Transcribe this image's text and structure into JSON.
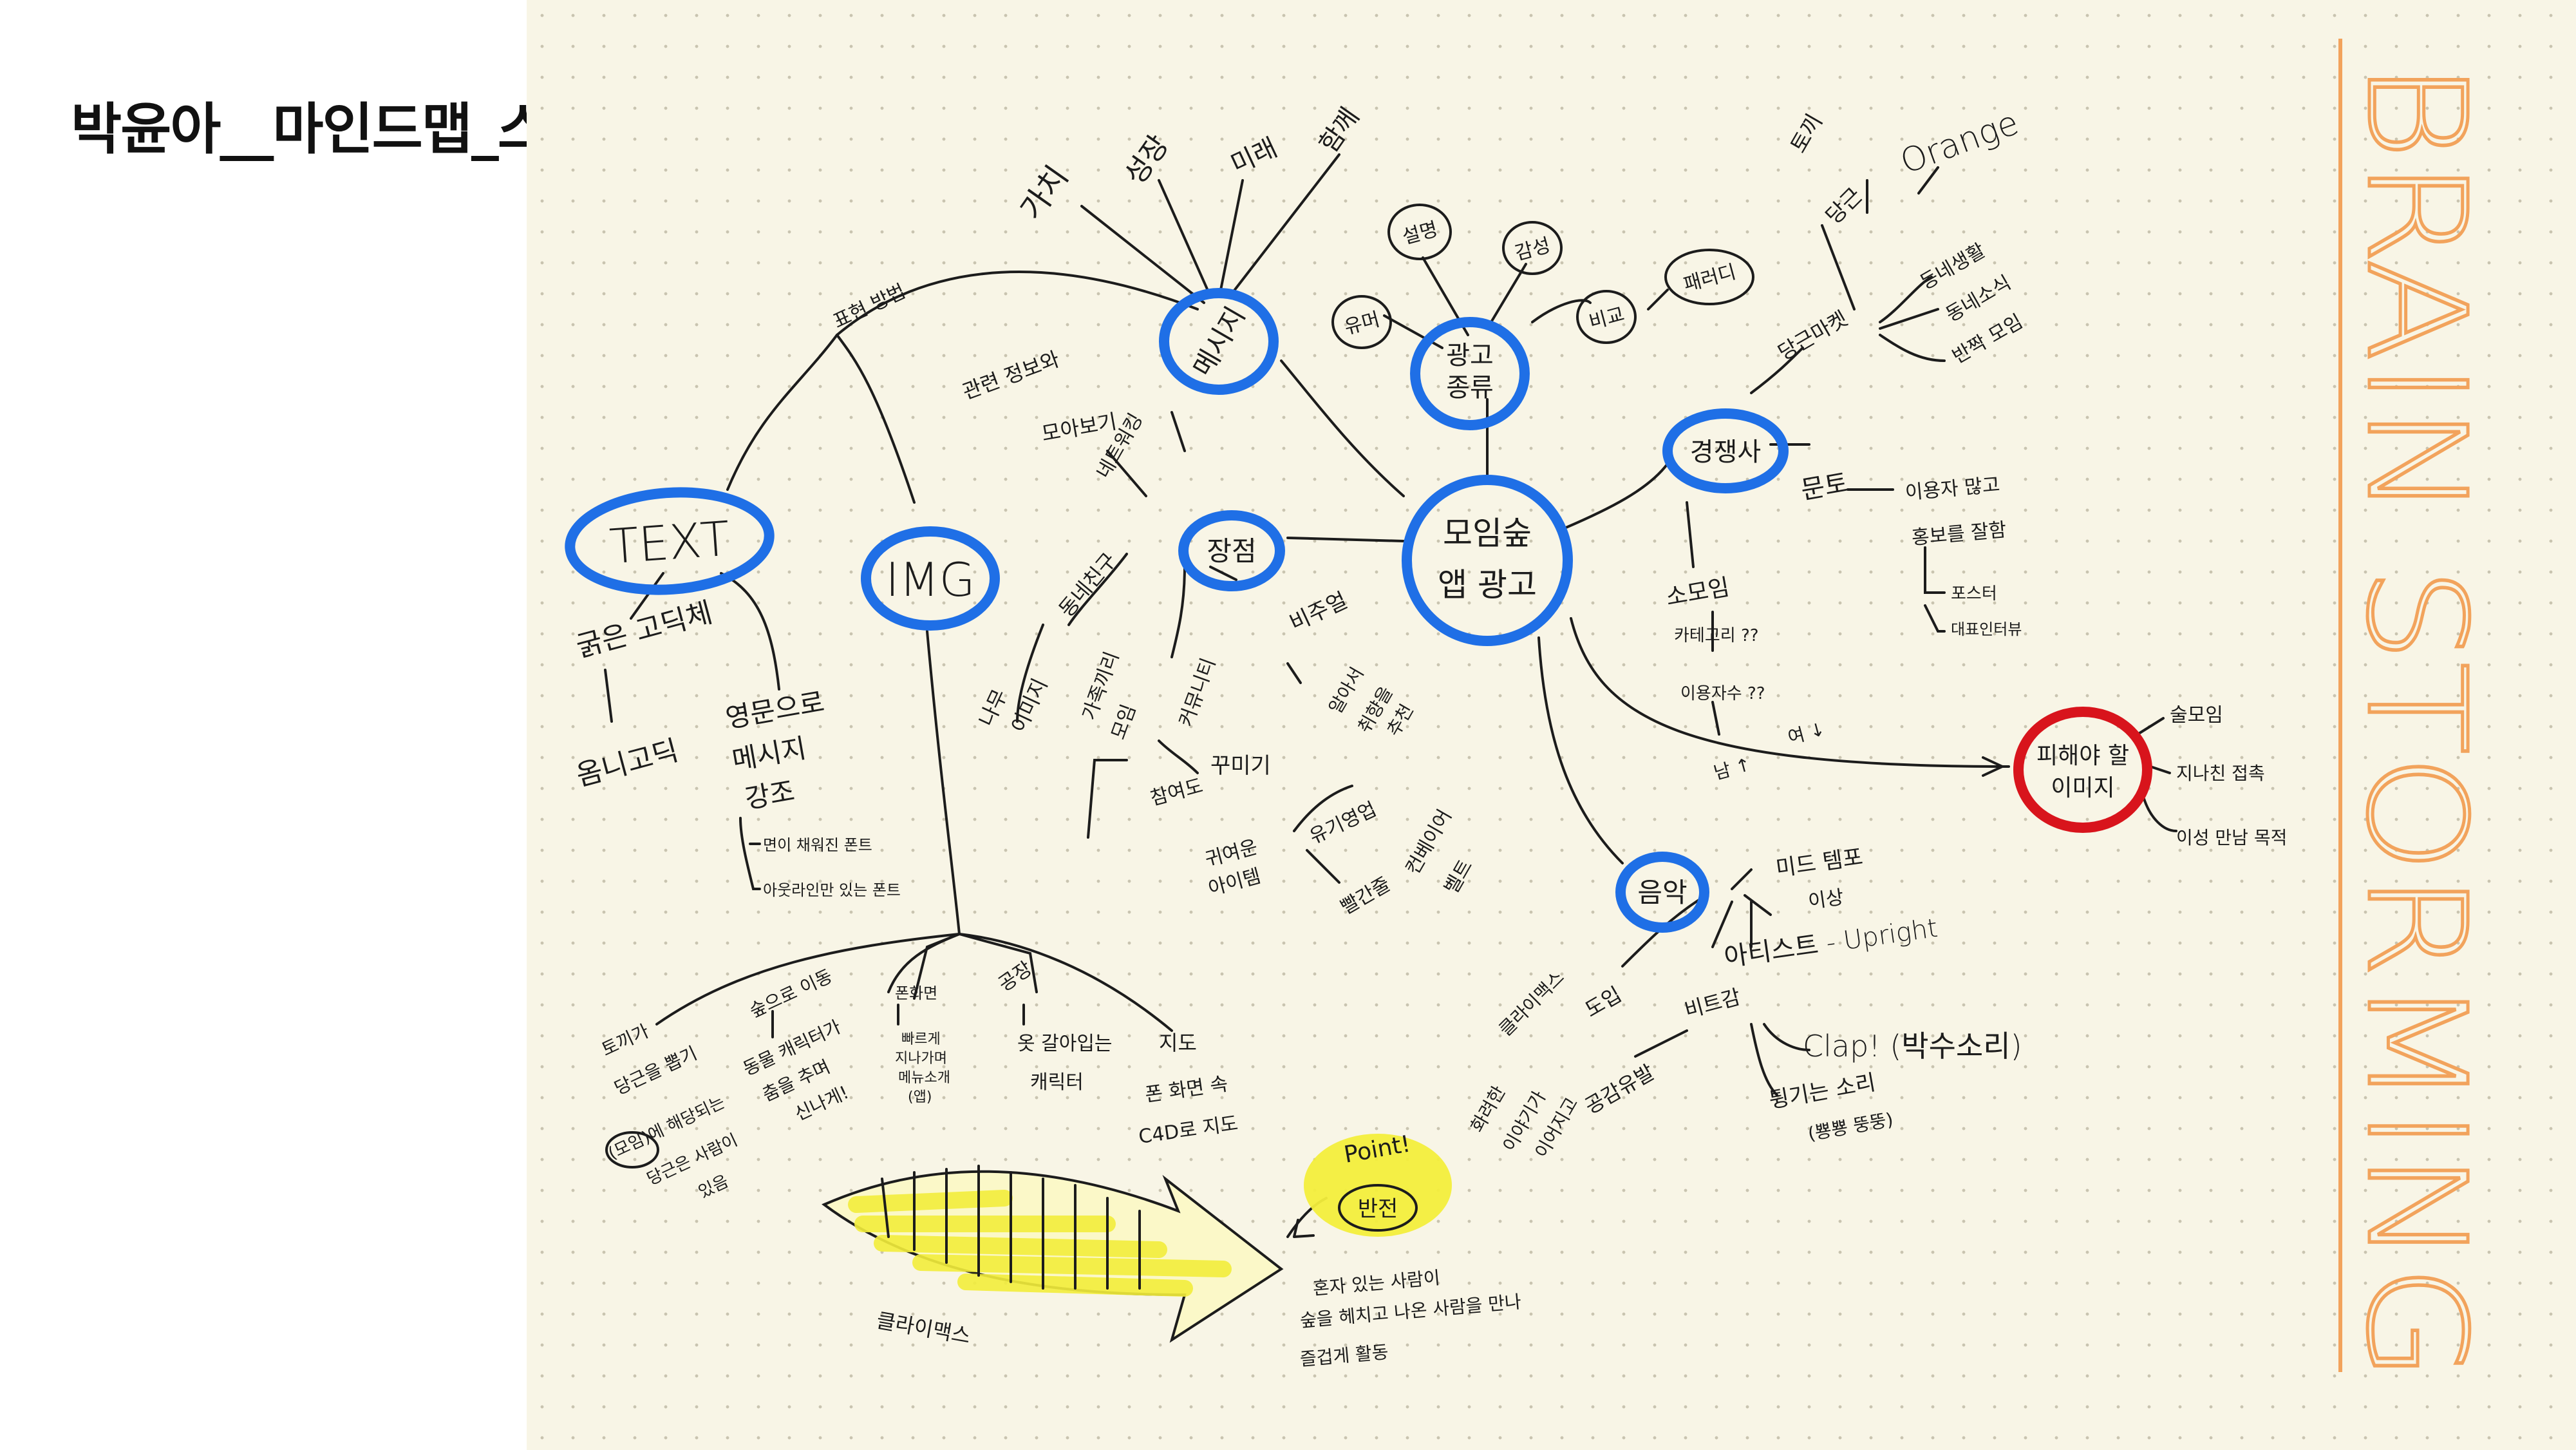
{
  "page_title": "박윤아__마인드맵_스토리보드 작성하기",
  "side_title": "BRAIN STORMING",
  "colors": {
    "paper": "#f8f5e6",
    "ink": "#1c1c1c",
    "blue_circle": "#1f6fe6",
    "red_circle": "#d8141c",
    "orange_text": "#f2a35c",
    "highlight": "#f3ee3c"
  },
  "nodes": {
    "center": [
      "모임숲",
      "앱 광고"
    ],
    "text": "TEXT",
    "img": "IMG",
    "message": "메시지",
    "ad_type": [
      "광고",
      "종류"
    ],
    "competitor": "경쟁사",
    "strength": "장점",
    "music": "음악",
    "avoid_image": [
      "피해야 할",
      "이미지"
    ]
  },
  "labels": {
    "expression": "표현 방법",
    "msg_value": "가치",
    "msg_growth": "성장",
    "msg_future": "미래",
    "msg_together": "함께",
    "ad_explain": "설명",
    "ad_emotion": "감성",
    "ad_humor": "유머",
    "ad_compare": "비교",
    "ad_parody": "패러디",
    "info_share": "관련 정보와",
    "gather_view": "모아보기",
    "networking": "네트워킹",
    "neighbor_friend": "동네친구",
    "tree_image": [
      "나무",
      "이미지"
    ],
    "family_gather": [
      "가족끼리",
      "모임"
    ],
    "community": "커뮤니티",
    "participate": "참여도",
    "decorate": "꾸미기",
    "cute_item": [
      "귀여운",
      "아이템"
    ],
    "visual": "비주얼",
    "hobby_find": [
      "알아서",
      "취향을",
      "추천"
    ],
    "eng_cross": "유기영업",
    "red_cross": "빨간줄",
    "conv_belt": [
      "컨베이어",
      "벨트"
    ],
    "round_gothic": "굵은 고딕체",
    "ungothic": "옴니고딕",
    "eng_emph": [
      "영문으로",
      "메시지",
      "강조"
    ],
    "font_note1": "면이 채워진 폰트",
    "font_note2": "아웃라인만 있는 폰트",
    "tokki": "토끼",
    "carrot": "당근",
    "orange": "Orange",
    "carrot_market": "당근마켓",
    "nb_life": "동네생활",
    "nb_news": "동네소식",
    "nb_meetup": "반짝 모임",
    "munto": "문토",
    "user_many": "이용자 많고",
    "ad_well": "홍보를 잘함",
    "poster": "포스터",
    "rep_interview": "대표인터뷰",
    "somoim": "소모임",
    "category": "카테고리 ??",
    "user_num": "이용자수 ??",
    "male_up": "남 ↑",
    "female_down": "여 ↓",
    "too_many": "술모임",
    "excess_contact": "지나친 접촉",
    "dating": "이성 만남 목적",
    "mid_tempo": [
      "미드 템포",
      "이상"
    ],
    "artist": "아티스트 - Upright",
    "climax_top": "클라이맥스",
    "intro": "도입",
    "beat": "비트감",
    "clap": "Clap! (박수소리)",
    "climax_story": [
      "화려한",
      "이야기가",
      "이어지고"
    ],
    "empathy": "공감유발",
    "bounce": [
      "튕기는 소리",
      "(뿅뿅 뚱뚱)"
    ],
    "storyboard1": [
      "토끼가",
      "당근을 뽑기"
    ],
    "storyboard1b": [
      "(모임)에 해당되는",
      "당근은 사람이",
      "있음"
    ],
    "storyboard2": [
      "숲으로 이동",
      "동물 캐릭터가",
      "춤을 추며",
      "신나게!"
    ],
    "storyboard3": [
      "폰화면",
      "빠르게",
      "지나가며",
      "메뉴소개",
      "(앱)"
    ],
    "storyboard4": [
      "공장",
      "옷 갈아입는",
      "캐릭터"
    ],
    "storyboard5": [
      "지도",
      "폰 화면 속",
      "C4D로 지도"
    ],
    "climax_arrow": "클라이맥스",
    "point": "Point!",
    "reversal": "반전",
    "ending": [
      "혼자 있는 사람이",
      "숲을 헤치고 나온 사람을 만나",
      "즐겁게 활동"
    ]
  }
}
